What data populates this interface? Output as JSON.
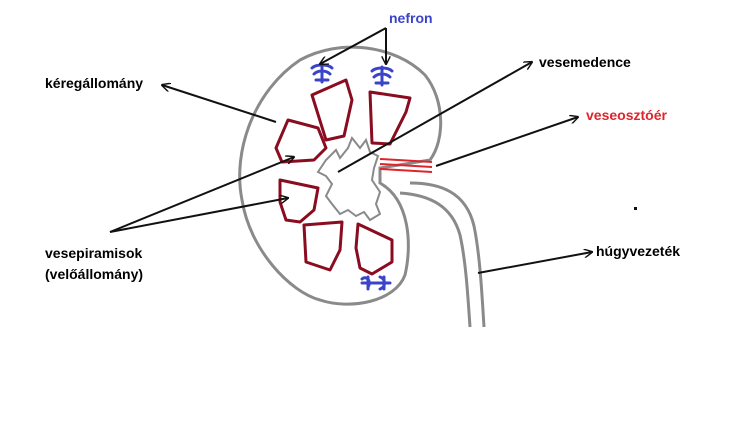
{
  "labels": {
    "nefron": "nefron",
    "kereg": "kéregállomány",
    "vesemedence": "vesemedence",
    "veseoszto": "veseosztóér",
    "piramis_line1": "vesepiramisok",
    "piramis_line2": "(velőállomány)",
    "hugyvezetek": "húgyvezeték"
  },
  "colors": {
    "outline": "#8a8a8a",
    "pyramid": "#8a0c20",
    "nephron": "#3a44c8",
    "artery": "#e0242c",
    "arrow": "#111111"
  }
}
